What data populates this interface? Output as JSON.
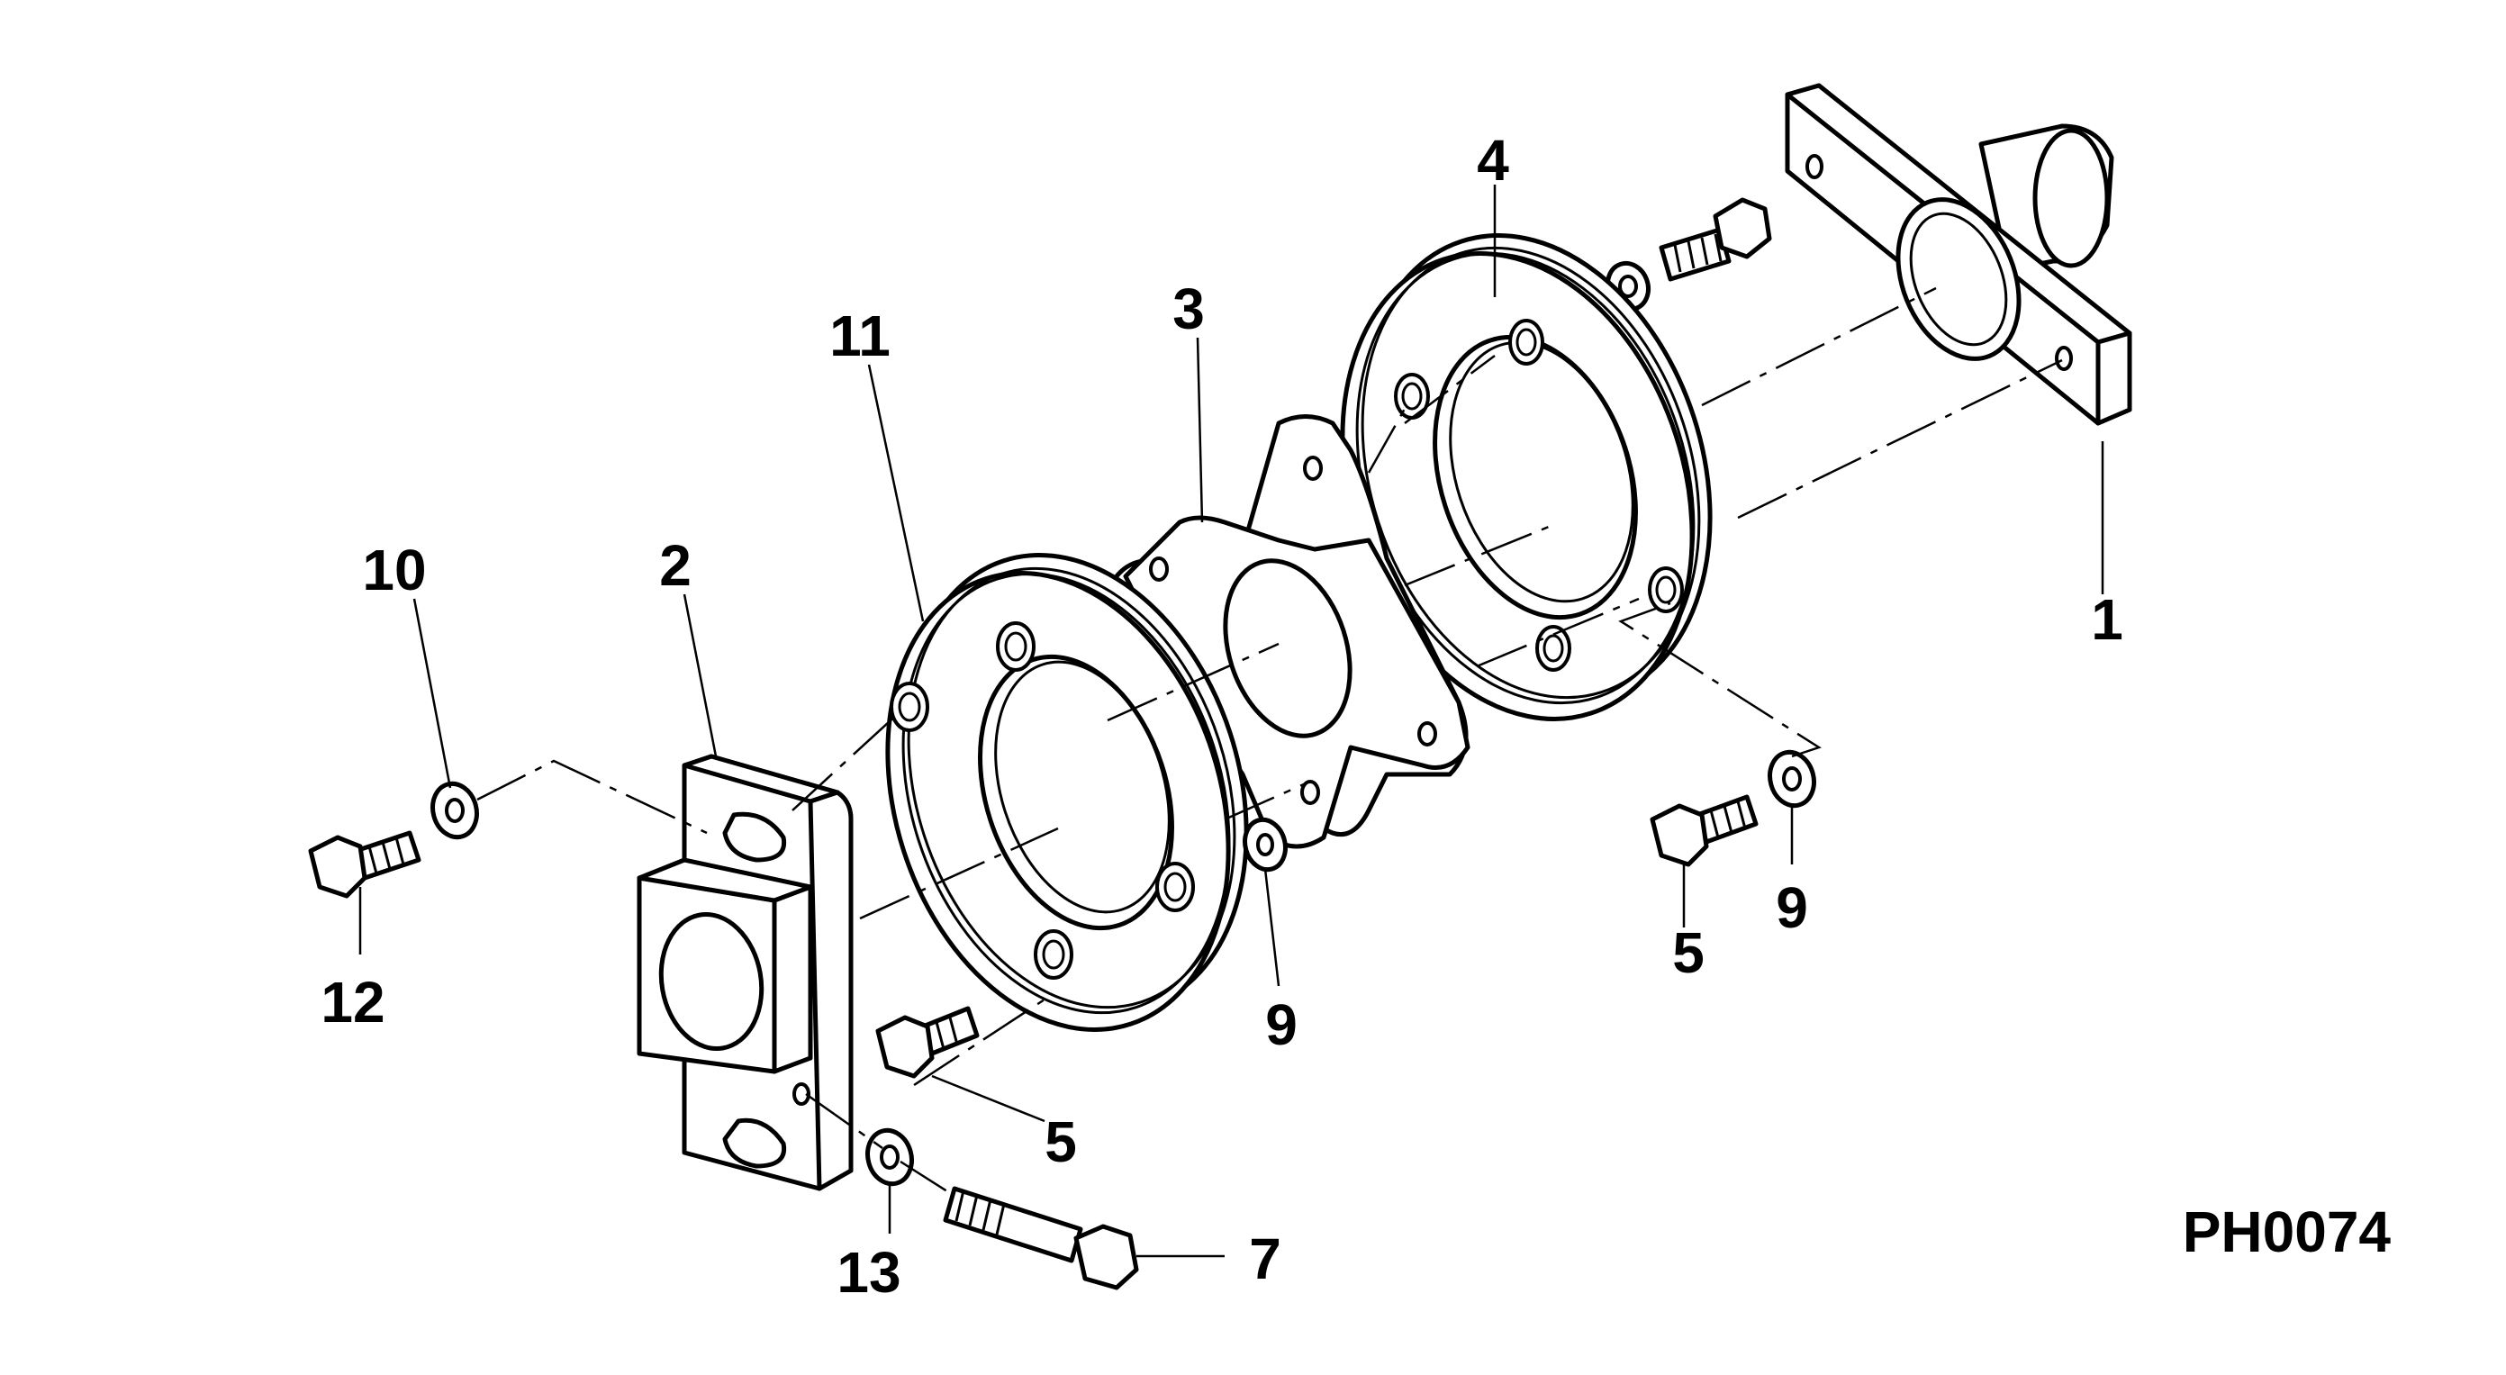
{
  "figure_code": "PH0074",
  "labels": [
    {
      "id": "1",
      "text": "1"
    },
    {
      "id": "2",
      "text": "2"
    },
    {
      "id": "3",
      "text": "3"
    },
    {
      "id": "4",
      "text": "4"
    },
    {
      "id": "5a",
      "text": "5"
    },
    {
      "id": "5b",
      "text": "5"
    },
    {
      "id": "7",
      "text": "7"
    },
    {
      "id": "9a",
      "text": "9"
    },
    {
      "id": "9b",
      "text": "9"
    },
    {
      "id": "10",
      "text": "10"
    },
    {
      "id": "11",
      "text": "11"
    },
    {
      "id": "12",
      "text": "12"
    },
    {
      "id": "13",
      "text": "13"
    }
  ]
}
